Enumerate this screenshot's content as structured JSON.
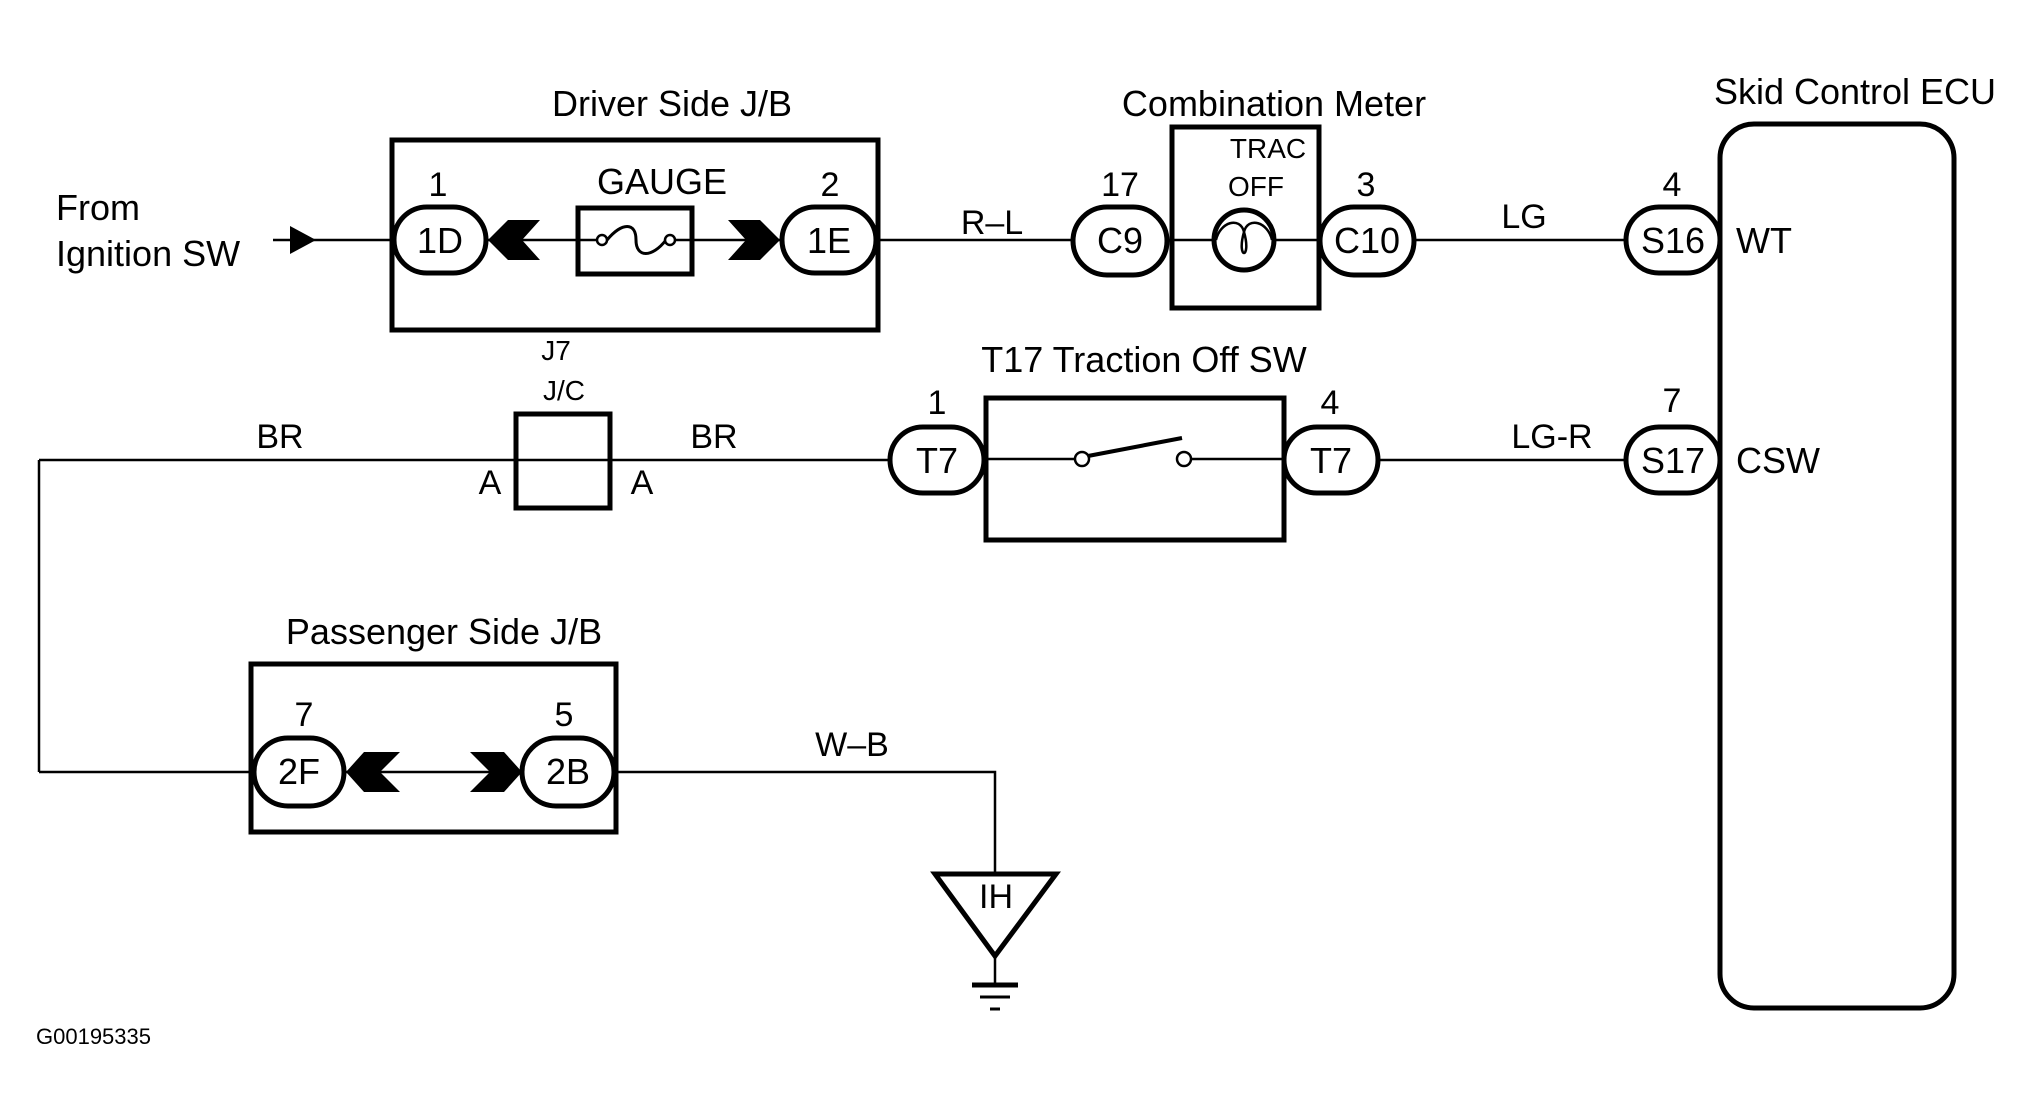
{
  "diagram": {
    "figure_id": "G00195335",
    "source": {
      "line1": "From",
      "line2": "Ignition SW"
    },
    "driver_jb": {
      "title": "Driver Side J/B",
      "fuse_label": "GAUGE",
      "left_pin": "1",
      "left_connector": "1D",
      "right_pin": "2",
      "right_connector": "1E"
    },
    "combination_meter": {
      "title": "Combination Meter",
      "indicator_line1": "TRAC",
      "indicator_line2": "OFF",
      "left_pin": "17",
      "left_connector": "C9",
      "right_pin": "3",
      "right_connector": "C10"
    },
    "ecu": {
      "title": "Skid Control ECU",
      "terminals": [
        {
          "pin": "4",
          "connector": "S16",
          "name": "WT",
          "wire": "LG"
        },
        {
          "pin": "7",
          "connector": "S17",
          "name": "CSW",
          "wire": "LG-R"
        }
      ]
    },
    "junction_connector": {
      "id": "J7",
      "type": "J/C",
      "left_terminal": "A",
      "right_terminal": "A"
    },
    "traction_switch": {
      "title": "T17 Traction Off SW",
      "left_pin": "1",
      "left_connector": "T7",
      "right_pin": "4",
      "right_connector": "T7"
    },
    "passenger_jb": {
      "title": "Passenger Side J/B",
      "left_pin": "7",
      "left_connector": "2F",
      "right_pin": "5",
      "right_connector": "2B"
    },
    "wires": {
      "jb_to_meter": "R–L",
      "meter_to_ecu": "LG",
      "br_left": "BR",
      "br_right": "BR",
      "switch_to_ecu": "LG–R",
      "ground_wire": "W–B"
    },
    "ground": {
      "point": "IH"
    }
  }
}
